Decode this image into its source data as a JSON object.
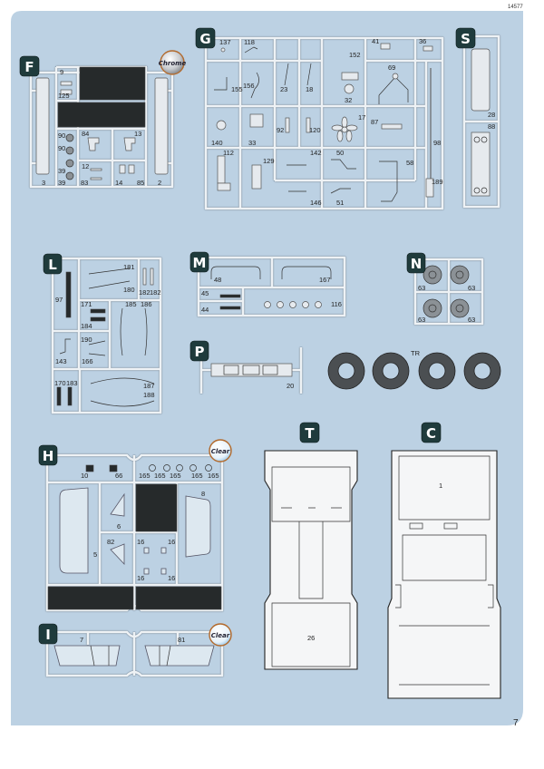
{
  "header": {
    "doc_number": "14577"
  },
  "footer": {
    "page_number": "7"
  },
  "colors": {
    "panel": "#bcd1e3",
    "badge": "#1f3b3c",
    "sprue": "#eef2f5"
  },
  "sprues": {
    "F": {
      "letter": "F",
      "material": "Chrome",
      "labels": [
        "9",
        "125",
        "90",
        "90",
        "39",
        "39",
        "84",
        "13",
        "12",
        "83",
        "14",
        "85",
        "3",
        "2"
      ]
    },
    "G": {
      "letter": "G",
      "labels": [
        "137",
        "118",
        "155",
        "156",
        "23",
        "18",
        "152",
        "32",
        "41",
        "69",
        "36",
        "140",
        "33",
        "92",
        "120",
        "17",
        "87",
        "98",
        "112",
        "129",
        "142",
        "50",
        "58",
        "189",
        "146",
        "51"
      ]
    },
    "S": {
      "letter": "S",
      "labels": [
        "28",
        "88"
      ]
    },
    "L": {
      "letter": "L",
      "labels": [
        "97",
        "181",
        "180",
        "182",
        "182",
        "171",
        "184",
        "185",
        "186",
        "190",
        "166",
        "143",
        "170",
        "183",
        "187",
        "188"
      ]
    },
    "M": {
      "letter": "M",
      "labels": [
        "48",
        "167",
        "45",
        "44",
        "116"
      ]
    },
    "N": {
      "letter": "N",
      "labels": [
        "63",
        "63",
        "63",
        "63"
      ]
    },
    "P": {
      "letter": "P",
      "labels": [
        "20"
      ]
    },
    "TR": {
      "label": "TR"
    },
    "H": {
      "letter": "H",
      "material": "Clear",
      "labels": [
        "10",
        "66",
        "165",
        "165",
        "165",
        "165",
        "165",
        "8",
        "6",
        "5",
        "82",
        "16",
        "16",
        "16",
        "16"
      ]
    },
    "I": {
      "letter": "I",
      "material": "Clear",
      "labels": [
        "7",
        "81"
      ]
    },
    "T": {
      "letter": "T",
      "labels": [
        "26"
      ]
    },
    "C": {
      "letter": "C",
      "labels": [
        "1"
      ]
    }
  }
}
